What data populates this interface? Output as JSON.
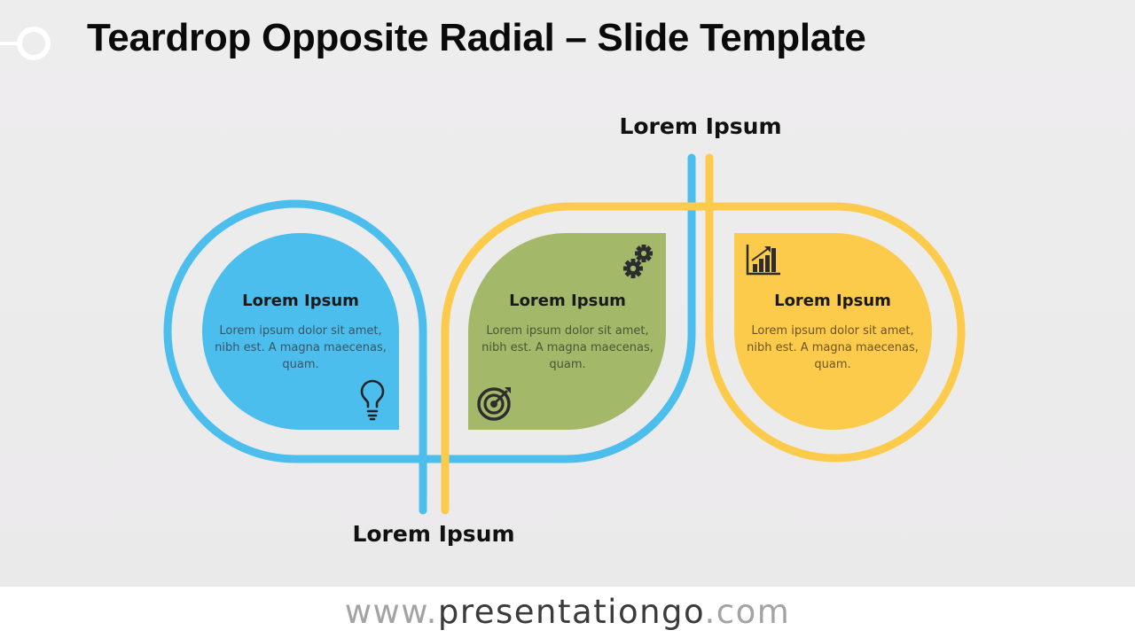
{
  "title": "Teardrop Opposite Radial – Slide Template",
  "labels": {
    "top": "Lorem Ipsum",
    "bottom": "Lorem Ipsum"
  },
  "cards": [
    {
      "heading": "Lorem Ipsum",
      "body": "Lorem ipsum dolor sit amet, nibh est. A magna maecenas, quam.",
      "color": "#4cbeed",
      "text_color": "#3a5566",
      "icon": "lightbulb-icon"
    },
    {
      "heading": "Lorem Ipsum",
      "body": "Lorem ipsum dolor sit amet, nibh est. A magna maecenas, quam.",
      "color": "#a4b86a",
      "text_color": "#4a5636",
      "icons": [
        "gears-icon",
        "target-icon"
      ]
    },
    {
      "heading": "Lorem Ipsum",
      "body": "Lorem ipsum dolor sit amet, nibh est. A magna maecenas, quam.",
      "color": "#fdcb4b",
      "text_color": "#6a5520",
      "icon": "bar-chart-icon"
    }
  ],
  "footer": {
    "prefix": "www.",
    "brand": "presentationgo",
    "suffix": ".com"
  }
}
